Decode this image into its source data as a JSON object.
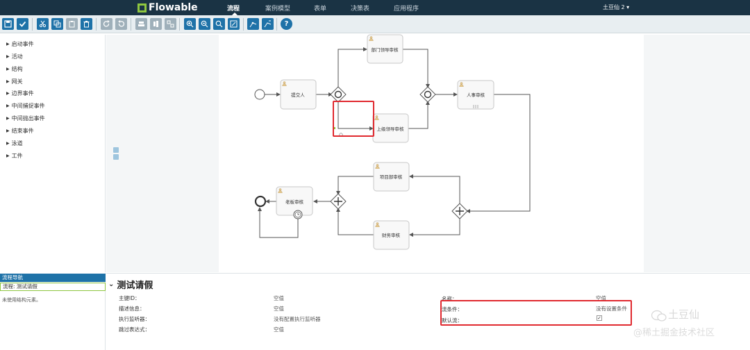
{
  "app": {
    "brand": "Flowable",
    "nav_tabs": [
      {
        "label": "流程",
        "active": true
      },
      {
        "label": "案例模型",
        "active": false
      },
      {
        "label": "表单",
        "active": false
      },
      {
        "label": "决策表",
        "active": false
      },
      {
        "label": "应用程序",
        "active": false
      }
    ],
    "user": "土豆仙 2 ▾"
  },
  "toolbar": {
    "buttons": [
      "save-icon",
      "check-icon",
      "cut-icon",
      "copy-icon",
      "paste-icon",
      "delete-icon",
      "redo-icon",
      "undo-icon",
      "align-horizontal-icon",
      "align-vertical-icon",
      "same-size-icon",
      "zoom-in-icon",
      "zoom-out-icon",
      "zoom-actual-icon",
      "zoom-fit-icon",
      "bend-point-add-icon",
      "bend-point-remove-icon",
      "help-icon"
    ]
  },
  "palette": {
    "items": [
      "启动事件",
      "活动",
      "结构",
      "网关",
      "边界事件",
      "中间捕捉事件",
      "中间抛出事件",
      "结束事件",
      "泳道",
      "工件"
    ]
  },
  "navigator": {
    "title": "流程导航",
    "selected": "流程: 测试请假",
    "note": "未使用结构元素。"
  },
  "diagram": {
    "tasks": {
      "submitter": "提交人",
      "dept_leader": "部门领导审核",
      "superior": "上级领导审核",
      "hr": "人事审核",
      "project_dept": "项目部审核",
      "finance": "财务审核",
      "boss": "老板审核"
    }
  },
  "properties": {
    "title": "测试请假",
    "left": [
      {
        "label": "主键ID：",
        "value": "空值"
      },
      {
        "label": "描述信息：",
        "value": "空值"
      },
      {
        "label": "执行监听器：",
        "value": "没有配置执行监听器"
      },
      {
        "label": "跳过表达式：",
        "value": "空值"
      }
    ],
    "right": [
      {
        "label": "名称：",
        "value": "空值"
      },
      {
        "label": "流条件：",
        "value": "没有设置条件"
      },
      {
        "label": "默认流：",
        "value": "✓"
      }
    ]
  },
  "watermark": {
    "name": "土豆仙",
    "sub": "@稀土掘金技术社区"
  },
  "colors": {
    "nav_bg": "#1a3344",
    "accent": "#1e72a8",
    "brand_green": "#8ec63f",
    "highlight_red": "#e0282e"
  }
}
